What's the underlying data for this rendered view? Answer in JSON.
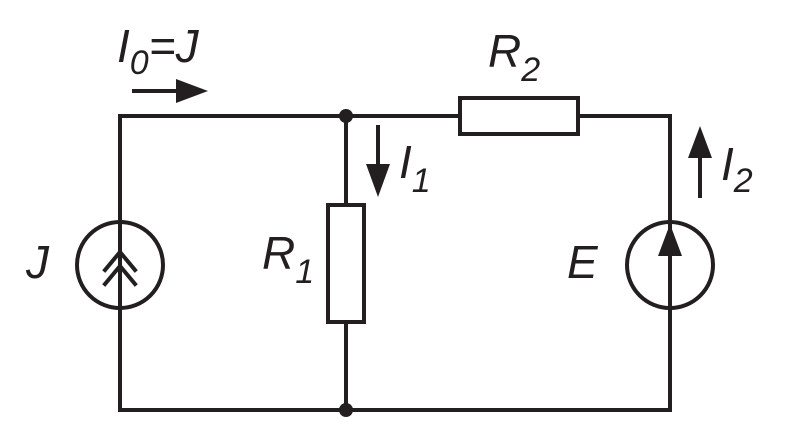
{
  "labels": {
    "i0": {
      "main": "I",
      "sub": "0",
      "rest": "=J"
    },
    "r2": {
      "main": "R",
      "sub": "2"
    },
    "i1": {
      "main": "I",
      "sub": "1"
    },
    "r1": {
      "main": "R",
      "sub": "1"
    },
    "j": "J",
    "e": "E",
    "i2": {
      "main": "I",
      "sub": "2"
    }
  },
  "colors": {
    "ink": "#231f20",
    "background": "#ffffff"
  }
}
